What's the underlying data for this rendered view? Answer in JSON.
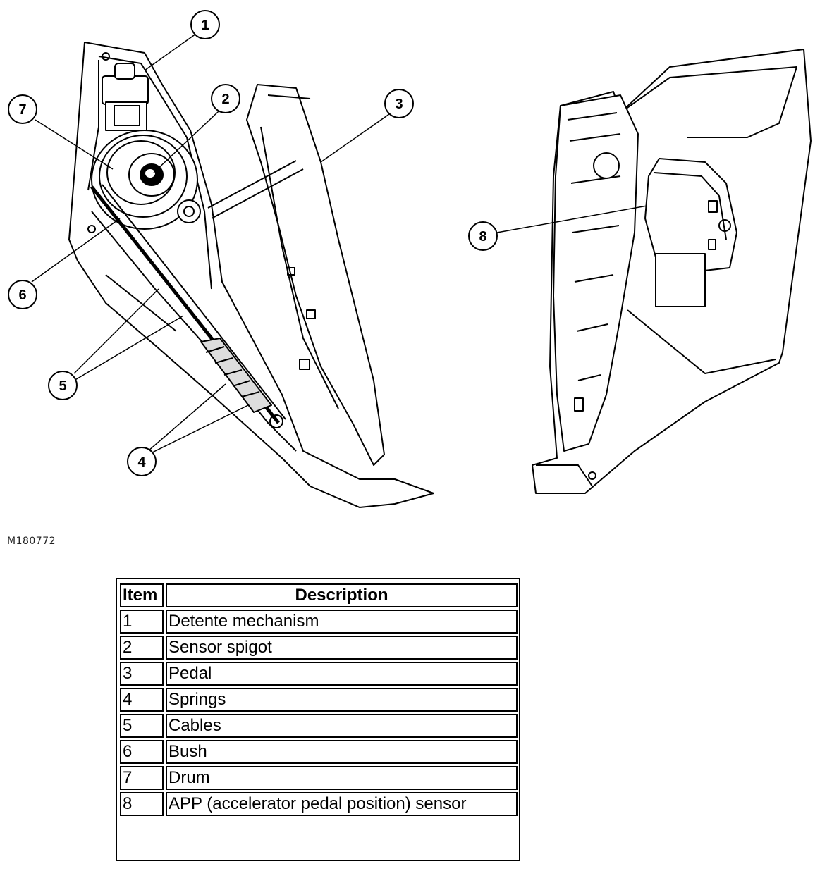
{
  "figure": {
    "id": "M180772",
    "callouts": [
      "1",
      "2",
      "3",
      "4",
      "5",
      "6",
      "7",
      "8"
    ]
  },
  "legend": {
    "headers": [
      "Item",
      "Description"
    ],
    "rows": [
      {
        "item": "1",
        "description": "Detente mechanism"
      },
      {
        "item": "2",
        "description": "Sensor spigot"
      },
      {
        "item": "3",
        "description": "Pedal"
      },
      {
        "item": "4",
        "description": "Springs"
      },
      {
        "item": "5",
        "description": "Cables"
      },
      {
        "item": "6",
        "description": "Bush"
      },
      {
        "item": "7",
        "description": "Drum"
      },
      {
        "item": "8",
        "description": "APP (accelerator pedal position) sensor"
      }
    ]
  }
}
